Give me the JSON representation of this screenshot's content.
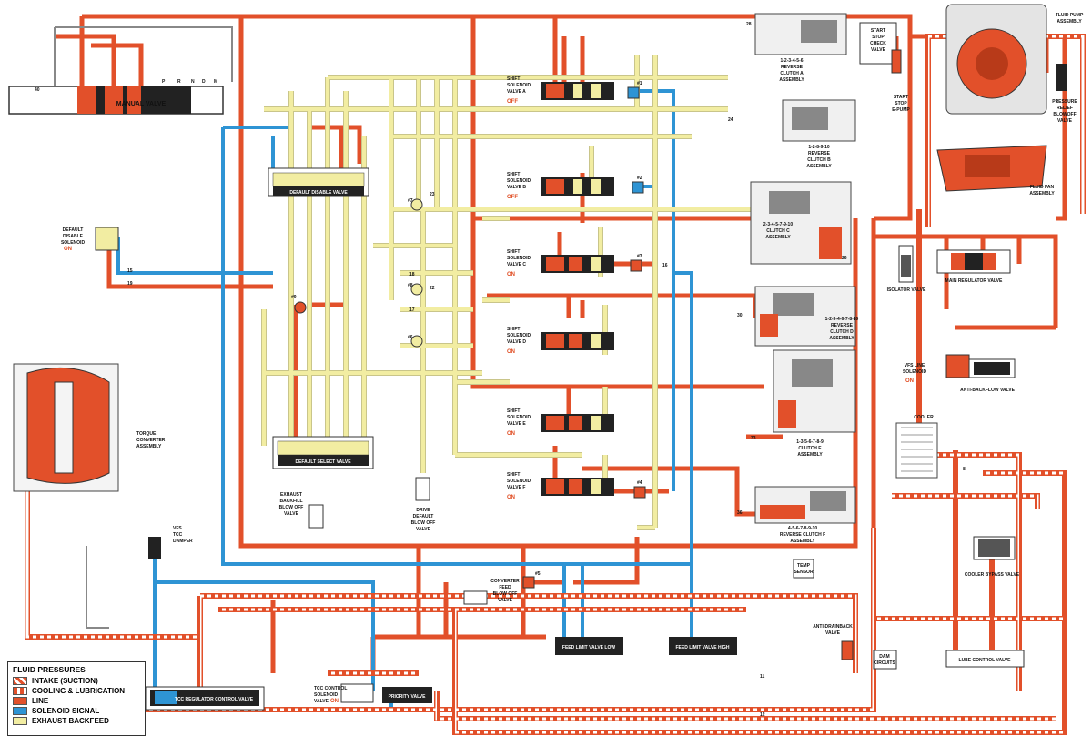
{
  "legend": {
    "title": "FLUID PRESSURES",
    "items": [
      {
        "label": "INTAKE (SUCTION)",
        "style": "intake"
      },
      {
        "label": "COOLING & LUBRICATION",
        "style": "cooling"
      },
      {
        "label": "LINE",
        "style": "line"
      },
      {
        "label": "SOLENOID SIGNAL",
        "style": "solenoid"
      },
      {
        "label": "EXHAUST BACKFEED",
        "style": "exhaust"
      }
    ]
  },
  "colors": {
    "line": "#e2502a",
    "solenoid": "#2e94d4",
    "exhaust": "#f2eda2",
    "cooling": "#e2502a",
    "intake": "#e2502a"
  },
  "labels": {
    "manual_valve": "MANUAL VALVE",
    "prnd": [
      "P",
      "R",
      "N",
      "D",
      "M"
    ],
    "default_disable_valve": "DEFAULT DISABLE VALVE",
    "default_disable_solenoid": [
      "DEFAULT",
      "DISABLE",
      "SOLENOID"
    ],
    "default_disable_state": "ON",
    "default_select_valve": "DEFAULT SELECT VALVE",
    "exhaust_backfill": [
      "EXHAUST",
      "BACKFILL",
      "BLOW OFF",
      "VALVE"
    ],
    "drive_default": [
      "DRIVE",
      "DEFAULT",
      "BLOW OFF",
      "VALVE"
    ],
    "torque_converter": [
      "TORQUE",
      "CONVERTER",
      "ASSEMBLY"
    ],
    "vfs_tcc_damper": [
      "VFS",
      "TCC",
      "DAMPER"
    ],
    "tcc_regulator": "TCC REGULATOR CONTROL VALVE",
    "tcc_control": [
      "TCC CONTROL",
      "SOLENOID",
      "VALVE"
    ],
    "tcc_control_state": "ON",
    "priority_valve": "PRIORITY VALVE",
    "converter_feed": [
      "CONVERTER",
      "FEED",
      "BLOW OFF",
      "VALVE"
    ],
    "feed_limit_low": "FEED LIMIT VALVE LOW",
    "feed_limit_high": "FEED LIMIT VALVE HIGH",
    "shift_a": [
      "SHIFT",
      "SOLENOID",
      "VALVE A"
    ],
    "shift_a_state": "OFF",
    "shift_b": [
      "SHIFT",
      "SOLENOID",
      "VALVE B"
    ],
    "shift_b_state": "OFF",
    "shift_c": [
      "SHIFT",
      "SOLENOID",
      "VALVE C"
    ],
    "shift_c_state": "ON",
    "shift_d": [
      "SHIFT",
      "SOLENOID",
      "VALVE D"
    ],
    "shift_d_state": "ON",
    "shift_e": [
      "SHIFT",
      "SOLENOID",
      "VALVE E"
    ],
    "shift_e_state": "ON",
    "shift_f": [
      "SHIFT",
      "SOLENOID",
      "VALVE F"
    ],
    "shift_f_state": "ON",
    "clutch_a": [
      "1-2-3-4-5-6",
      "REVERSE",
      "CLUTCH A",
      "ASSEMBLY"
    ],
    "clutch_b": [
      "1-2-8-9-10",
      "REVERSE",
      "CLUTCH B",
      "ASSEMBLY"
    ],
    "clutch_c": [
      "2-3-4-5-7-9-10",
      "CLUTCH C",
      "ASSEMBLY"
    ],
    "clutch_d": [
      "1-2-3-4-6-7-8-10",
      "REVERSE",
      "CLUTCH D",
      "ASSEMBLY"
    ],
    "clutch_e": [
      "1-3-5-6-7-8-9",
      "CLUTCH E",
      "ASSEMBLY"
    ],
    "clutch_f": [
      "4-5-6-7-8-9-10",
      "REVERSE CLUTCH F",
      "ASSEMBLY"
    ],
    "start_stop_check": [
      "START",
      "STOP",
      "CHECK",
      "VALVE"
    ],
    "start_stop_epump": [
      "START",
      "STOP",
      "E-PUMP"
    ],
    "fluid_pump": [
      "FLUID PUMP",
      "ASSEMBLY"
    ],
    "pressure_relief": [
      "PRESSURE",
      "RELIEF",
      "BLOWOFF",
      "VALVE"
    ],
    "fluid_pan": [
      "FLUID PAN",
      "ASSEMBLY"
    ],
    "isolator_valve": "ISOLATOR VALVE",
    "main_regulator": "MAIN REGULATOR VALVE",
    "vfs_line": [
      "VFS LINE",
      "SOLENOID"
    ],
    "vfs_line_state": "ON",
    "anti_backflow": "ANTI-BACKFLOW VALVE",
    "cooler": "COOLER",
    "cooler_bypass": "COOLER BYPASS VALVE",
    "temp_sensor": [
      "TEMP",
      "SENSOR"
    ],
    "anti_drainback": [
      "ANTI-DRAINBACK",
      "VALVE"
    ],
    "dam_circuits": [
      "DAM",
      "CIRCUITS"
    ],
    "lube_control": "LUBE CONTROL VALVE",
    "check_balls": [
      "#1",
      "#2",
      "#3",
      "#4",
      "#5",
      "#6",
      "#7",
      "#8",
      "#9"
    ],
    "passages": [
      "40",
      "15",
      "19",
      "16",
      "18",
      "17",
      "22",
      "23",
      "24",
      "28",
      "30",
      "33",
      "36",
      "26",
      "8",
      "11",
      "12"
    ]
  }
}
